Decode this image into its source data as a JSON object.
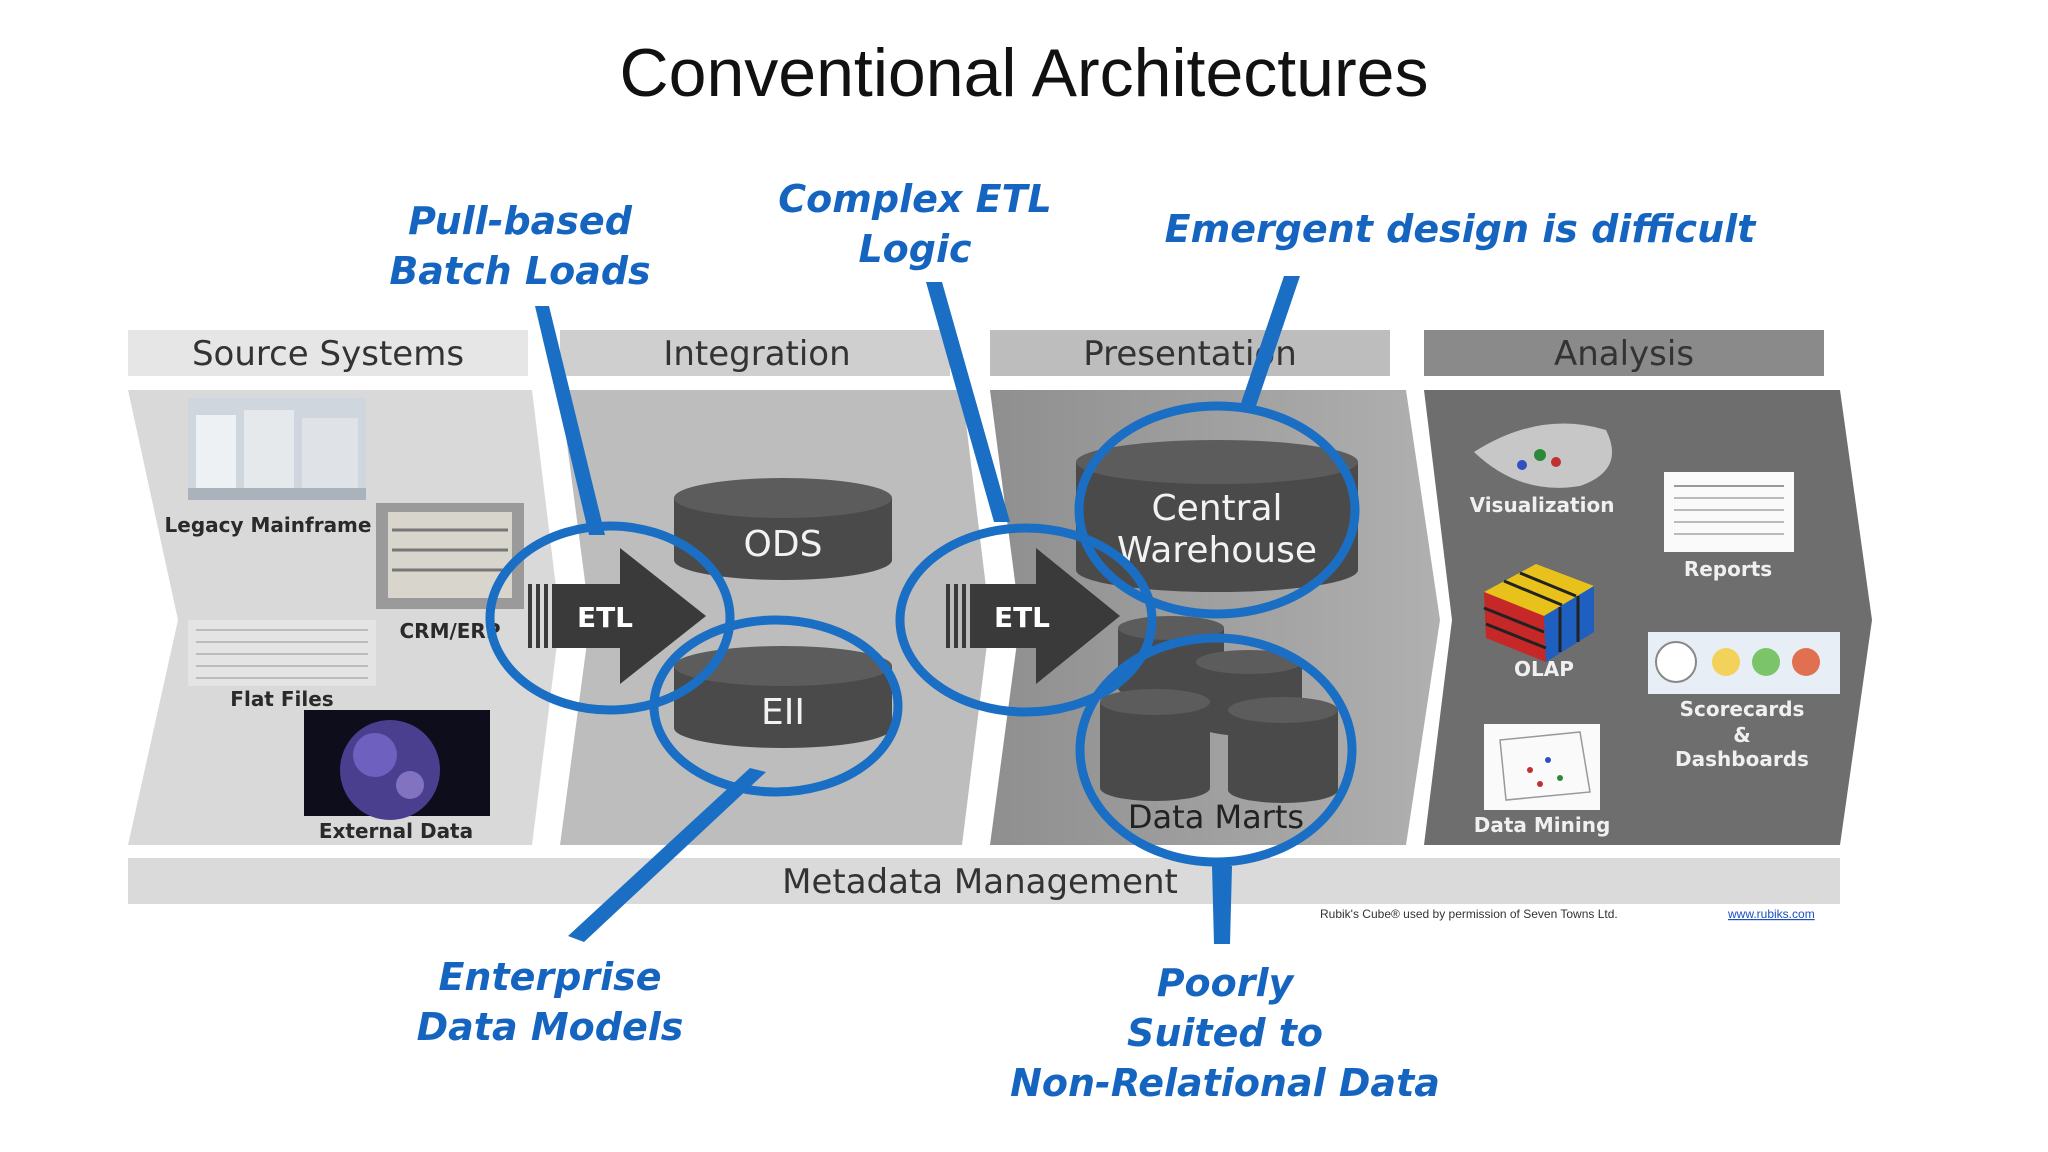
{
  "title": "Conventional Architectures",
  "callouts": {
    "pull_based_line1": "Pull-based",
    "pull_based_line2": "Batch Loads",
    "complex_etl_line1": "Complex ETL",
    "complex_etl_line2": "Logic",
    "emergent": "Emergent design is difficult",
    "enterprise_line1": "Enterprise",
    "enterprise_line2": "Data Models",
    "poorly_line1": "Poorly",
    "poorly_line2": "Suited to",
    "poorly_line3": "Non-Relational Data"
  },
  "sections": {
    "source": "Source Systems",
    "integration": "Integration",
    "presentation": "Presentation",
    "analysis": "Analysis"
  },
  "sources": {
    "legacy": "Legacy Mainframe",
    "crm": "CRM/ERP",
    "flat": "Flat Files",
    "external": "External Data"
  },
  "integration": {
    "ods": "ODS",
    "eii": "EII",
    "etl": "ETL"
  },
  "presentation": {
    "etl": "ETL",
    "central_line1": "Central",
    "central_line2": "Warehouse",
    "data_marts": "Data Marts"
  },
  "analysis": {
    "visualization": "Visualization",
    "reports": "Reports",
    "olap": "OLAP",
    "scorecards_line1": "Scorecards",
    "scorecards_line2": "&",
    "scorecards_line3": "Dashboards",
    "data_mining": "Data Mining"
  },
  "metadata": "Metadata Management",
  "credit": {
    "text": "Rubik's Cube® used by permission of Seven Towns Ltd.",
    "link": "www.rubiks.com"
  },
  "colors": {
    "callout_blue": "#1565c0",
    "circle_blue": "#1a6fc4",
    "cylinder": "#4a4a4a",
    "source_bg": "#d9d9d9",
    "integration_bg": "#bdbdbd",
    "presentation_bg": "#9e9e9e",
    "analysis_bg": "#6e6e6e"
  }
}
